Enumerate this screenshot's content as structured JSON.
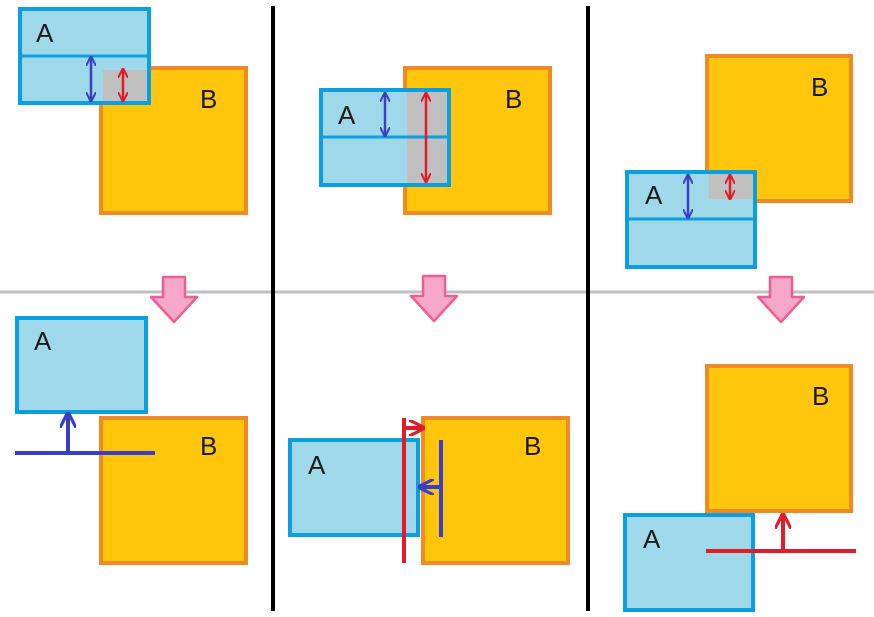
{
  "labels": {
    "a": "A",
    "b": "B"
  },
  "colors": {
    "box_a_fill": "#9fd8e8",
    "box_a_stroke": "#0aa0e0",
    "box_b_fill": "#ffc60b",
    "box_b_stroke": "#f08a24",
    "overlap_fill": "#c0c0c0",
    "blue_arrow": "#3a3fc8",
    "red_arrow": "#e01c2a",
    "down_arrow_fill": "#f7a8c8",
    "down_arrow_stroke": "#ee5e95",
    "divider_vertical": "#000000",
    "divider_horizontal": "#c0c0c0"
  },
  "panels": [
    {
      "case": "overlap-top-left",
      "resolve": "push-up"
    },
    {
      "case": "overlap-middle-left",
      "resolve": "push-left"
    },
    {
      "case": "overlap-bottom-left",
      "resolve": "push-down"
    }
  ]
}
